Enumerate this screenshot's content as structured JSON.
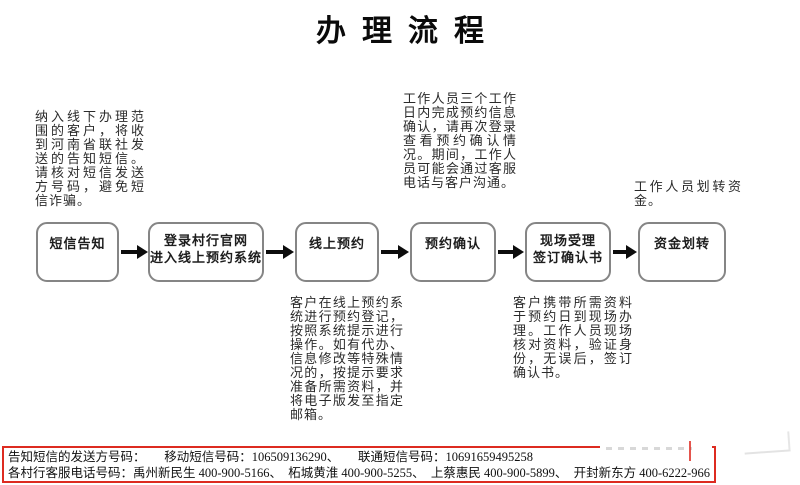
{
  "title": "办理流程",
  "flow": {
    "steps": [
      {
        "id": "sms-notice",
        "lines": [
          "短信告知"
        ]
      },
      {
        "id": "login-website",
        "lines": [
          "登录村行官网",
          "进入线上预约系统"
        ]
      },
      {
        "id": "online-reservation",
        "lines": [
          "线上预约"
        ]
      },
      {
        "id": "reservation-confirm",
        "lines": [
          "预约确认"
        ]
      },
      {
        "id": "onsite-accept",
        "lines": [
          "现场受理",
          "签订确认书"
        ]
      },
      {
        "id": "fund-transfer",
        "lines": [
          "资金划转"
        ]
      }
    ]
  },
  "annotations": {
    "sms_note": "纳入线下办理范围的客户，将收到河南省联社发送的告知短信。请核对短信发送方号码，避免短信诈骗。",
    "confirm_note": "工作人员三个工作日内完成预约信息确认，请再次登录查看预约确认情况。期间，工作人员可能会通过客服电话与客户沟通。",
    "transfer_note": "工作人员划转资金。",
    "reservation_note": "客户在线上预约系统进行预约登记，按照系统提示进行操作。如有代办、信息修改等特殊情况的，按提示要求准备所需资料，并将电子版发至指定邮箱。",
    "onsite_note": "客户携带所需资料于预约日到现场办理。工作人员现场核对资料，验证身份，无误后，签订确认书。"
  },
  "footer": {
    "line1": "告知短信的发送方号码：　　移动短信号码：106509136290、　　联通短信号码：10691659495258",
    "line2": "各村行客服电话号码：禹州新民生 400-900-5166、　柘城黄淮 400-900-5255、　上蔡惠民 400-900-5899、　开封新东方 400-6222-966"
  },
  "colors": {
    "footer_border": "#dd2b20",
    "box_border": "#858585",
    "arrow": "#0c0c0c",
    "text": "#262626",
    "title_text": "#0a0a0a"
  }
}
